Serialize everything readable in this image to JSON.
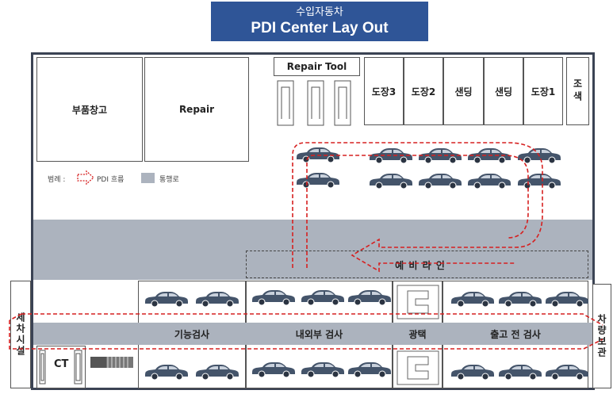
{
  "header": {
    "subtitle": "수입자동차",
    "title": "PDI Center Lay Out"
  },
  "rooms": {
    "parts": "부품창고",
    "repair": "Repair",
    "repair_tool": "Repair Tool",
    "paint3": "도장3",
    "paint2": "도장2",
    "sanding_a": "샌딩",
    "sanding_b": "샌딩",
    "paint1": "도장1",
    "color_match": "조색"
  },
  "legend": {
    "label": "범례 :",
    "flow": "PDI 흐름",
    "passage": "통행로"
  },
  "zones": {
    "prep_line": "예 비 라 인",
    "function_check": "기능검사",
    "inout_check": "내외부 검사",
    "polish": "광택",
    "release_check": "출고 전 검사",
    "wash": "세차시설",
    "storage": "차량보관",
    "ct": "CT"
  },
  "colors": {
    "title_bg": "#2f5597",
    "road": "#acb3be",
    "flow": "#d62020",
    "car": "#44546a"
  }
}
